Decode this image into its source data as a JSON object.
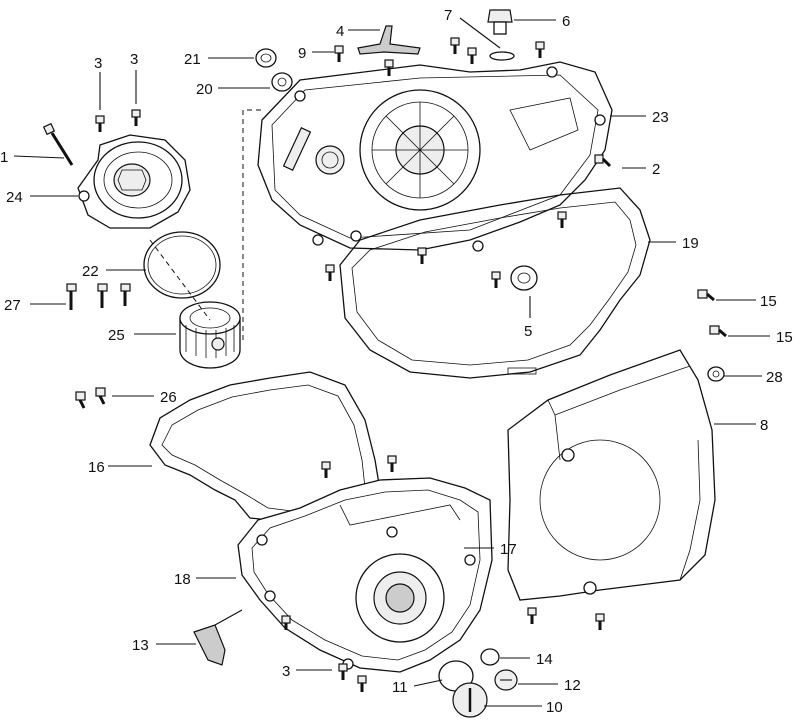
{
  "callouts": [
    {
      "id": "c1",
      "label": "1"
    },
    {
      "id": "c2",
      "label": "2"
    },
    {
      "id": "c3a",
      "label": "3"
    },
    {
      "id": "c3b",
      "label": "3"
    },
    {
      "id": "c3c",
      "label": "3"
    },
    {
      "id": "c4",
      "label": "4"
    },
    {
      "id": "c5",
      "label": "5"
    },
    {
      "id": "c6",
      "label": "6"
    },
    {
      "id": "c7",
      "label": "7"
    },
    {
      "id": "c8",
      "label": "8"
    },
    {
      "id": "c9",
      "label": "9"
    },
    {
      "id": "c10",
      "label": "10"
    },
    {
      "id": "c11",
      "label": "11"
    },
    {
      "id": "c12",
      "label": "12"
    },
    {
      "id": "c13",
      "label": "13"
    },
    {
      "id": "c14",
      "label": "14"
    },
    {
      "id": "c15a",
      "label": "15"
    },
    {
      "id": "c15b",
      "label": "15"
    },
    {
      "id": "c16",
      "label": "16"
    },
    {
      "id": "c17",
      "label": "17"
    },
    {
      "id": "c18",
      "label": "18"
    },
    {
      "id": "c19",
      "label": "19"
    },
    {
      "id": "c20",
      "label": "20"
    },
    {
      "id": "c21",
      "label": "21"
    },
    {
      "id": "c22",
      "label": "22"
    },
    {
      "id": "c23",
      "label": "23"
    },
    {
      "id": "c24",
      "label": "24"
    },
    {
      "id": "c25",
      "label": "25"
    },
    {
      "id": "c26",
      "label": "26"
    },
    {
      "id": "c27",
      "label": "27"
    },
    {
      "id": "c28",
      "label": "28"
    }
  ]
}
